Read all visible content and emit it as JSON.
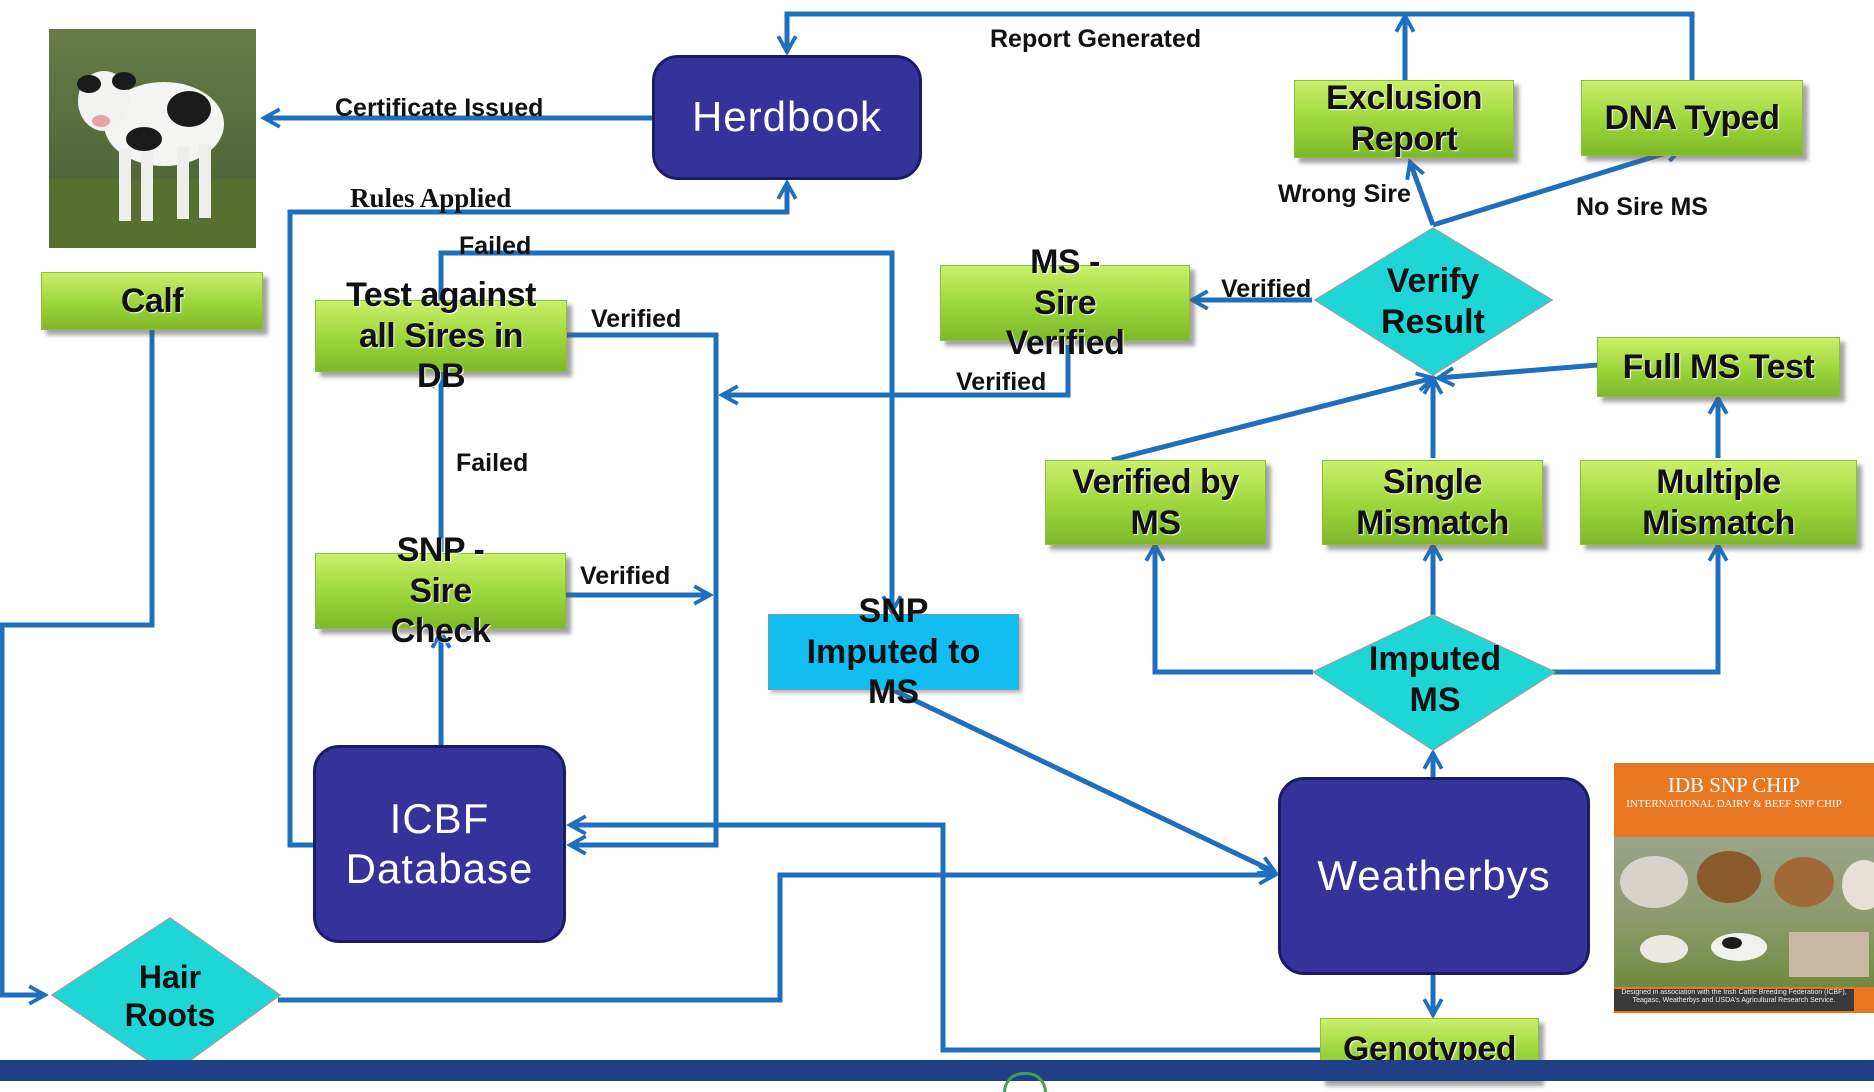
{
  "nodes": {
    "herdbook": "Herdbook",
    "icbf_database": "ICBF Database",
    "weatherbys": "Weatherbys",
    "calf": "Calf",
    "test_against_sires": "Test against all Sires in DB",
    "snp_sire_check": "SNP - Sire Check",
    "snp_imputed": "SNP Imputed to MS",
    "ms_sire_verified": "MS - Sire Verified",
    "exclusion_report": "Exclusion Report",
    "dna_typed": "DNA Typed",
    "full_ms_test": "Full MS Test",
    "verified_by_ms": "Verified by MS",
    "single_mismatch": "Single Mismatch",
    "multiple_mismatch": "Multiple Mismatch",
    "genotyped": "Genotyped",
    "hair_roots": "Hair Roots",
    "verify_result": "Verify Result",
    "imputed_ms": "Imputed MS"
  },
  "edge_labels": {
    "report_generated": "Report Generated",
    "certificate_issued": "Certificate Issued",
    "rules_applied": "Rules Applied",
    "failed_top": "Failed",
    "verified_test": "Verified",
    "failed_mid": "Failed",
    "verified_snp": "Verified",
    "verified_ms": "Verified",
    "verified_result": "Verified",
    "wrong_sire": "Wrong Sire",
    "no_sire_ms": "No Sire MS"
  },
  "chip_image": {
    "title": "IDB SNP CHIP",
    "subtitle": "INTERNATIONAL DAIRY & BEEF SNP CHIP",
    "footer": "Designed in association with the Irish Cattle Breeding Federation (ICBF), Teagasc, Weatherbys and USDA's Agricultural Research Service."
  },
  "colors": {
    "arrow": "#1f6fbf",
    "node_navy": "#33339a",
    "node_green": "#9cd53a",
    "node_cyan_diamond": "#1fd6d6",
    "node_blue": "#12bdf2",
    "bottom_bar": "#1f3f86",
    "chip_orange": "#e87722"
  }
}
